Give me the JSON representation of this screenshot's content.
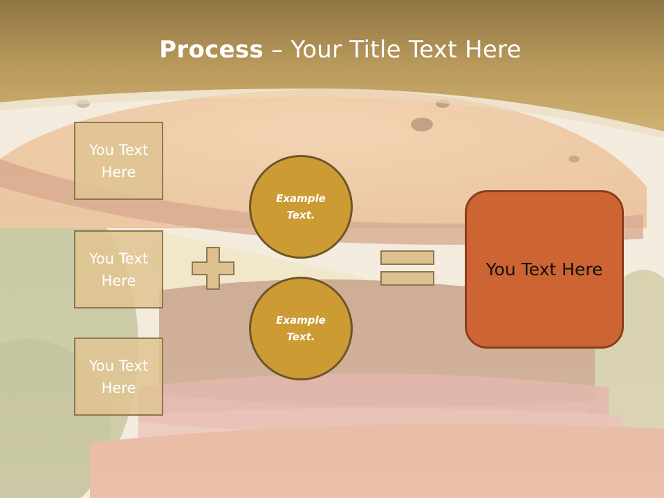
{
  "slide": {
    "title_bold": "Process",
    "title_separator": " – ",
    "title_rest": "Your Title Text Here"
  },
  "left_boxes": [
    {
      "text": "You Text Here"
    },
    {
      "text": "You Text Here"
    },
    {
      "text": "You Text Here"
    }
  ],
  "circles": [
    {
      "text": "Example Text."
    },
    {
      "text": "Example Text."
    }
  ],
  "result": {
    "text": "You Text Here"
  },
  "operators": [
    "plus-icon",
    "equals-icon"
  ],
  "colors": {
    "header_gold": "#c6a767",
    "box_fill": "#e0c492",
    "circle_fill": "#cc9b33",
    "result_fill": "#cd6433"
  }
}
